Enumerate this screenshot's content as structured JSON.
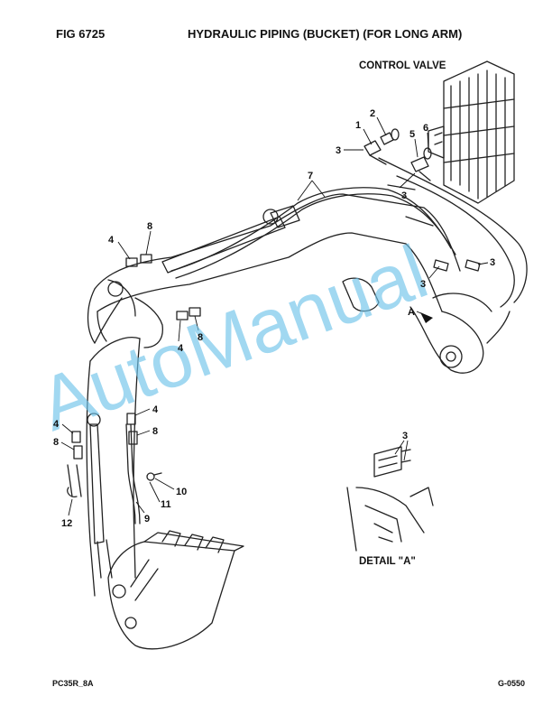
{
  "header": {
    "fig_label": "FIG   6725",
    "title": "HYDRAULIC PIPING (BUCKET) (FOR LONG ARM)"
  },
  "labels": {
    "control_valve": "CONTROL VALVE",
    "detail_a": "DETAIL \"A\"",
    "view_a": "A"
  },
  "callouts": {
    "c1": "1",
    "c2": "2",
    "c3a": "3",
    "c5": "5",
    "c6": "6",
    "c3b": "3",
    "c7": "7",
    "c3c": "3",
    "c3d": "3",
    "c4a": "4",
    "c8a": "8",
    "c4b": "4",
    "c8b": "8",
    "c4c": "4",
    "c8c": "8",
    "c4d": "4",
    "c8d": "8",
    "c10": "10",
    "c11": "11",
    "c9": "9",
    "c12": "12",
    "c3e": "3"
  },
  "watermark": "AutoManual",
  "footer": {
    "left": "PC35R_8A",
    "right": "G-0550"
  }
}
